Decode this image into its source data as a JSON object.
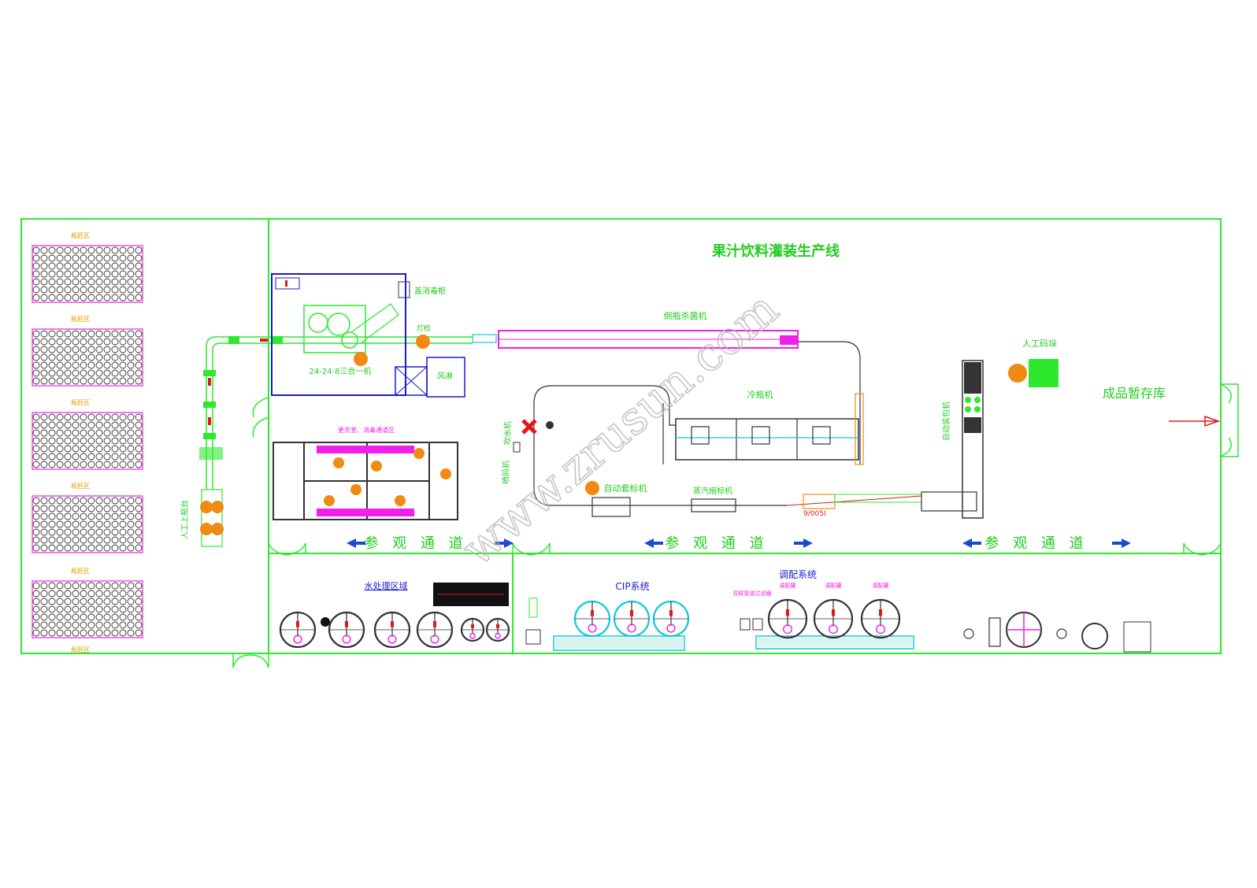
{
  "title": "果汁饮料灌装生产线",
  "colors": {
    "wall": "#2ee82e",
    "blue": "#1a1ad1",
    "magenta": "#f020e8",
    "purple": "#8a1a8a",
    "cyan": "#12c8d8",
    "orange": "#f08a12",
    "red": "#e01818",
    "green_label": "#22cc22",
    "yellow_label": "#e0a000",
    "arrow_blue": "#1a4ad1"
  },
  "storage": {
    "label": "瓶胚区"
  },
  "labels": {
    "manual_load": "人工上瓶台",
    "filler": "24-24-8三合一机",
    "uv_cabinet": "盖消毒柜",
    "lamp_check": "灯检",
    "air_shower": "风淋",
    "invert_sterilizer": "倒瓶杀菌机",
    "cooler": "冷瓶机",
    "blow_dryer": "吹水机",
    "coder": "喷码机",
    "auto_sleever": "自动套标机",
    "steam_shrink": "蒸汽缩标机",
    "auto_packer": "自动装包机",
    "manual_palletize": "人工码垛",
    "finished_storage": "成品暂存库",
    "aisle": "参 观 通 道",
    "water_area": "水处理区域",
    "cip": "CIP系统",
    "mixing": "调配系统",
    "mix_tank": "调配罐",
    "filter": "双联管道过滤器",
    "counter": "9/005I",
    "change_room": "更衣室、消毒通道区"
  },
  "watermark": "www.zrusun.com"
}
